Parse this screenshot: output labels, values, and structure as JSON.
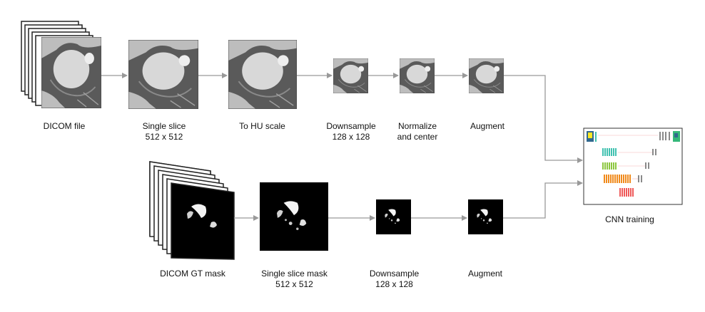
{
  "top_row": {
    "dicom_file": "DICOM file",
    "single_slice": "Single slice\n512 x 512",
    "to_hu": "To HU scale",
    "downsample": "Downsample\n128 x 128",
    "normalize": "Normalize\nand center",
    "augment": "Augment"
  },
  "bottom_row": {
    "dicom_gt_mask": "DICOM GT mask",
    "single_slice_mask": "Single slice mask\n512 x 512",
    "downsample": "Downsample\n128 x 128",
    "augment": "Augment"
  },
  "cnn": {
    "label": "CNN training"
  },
  "colors": {
    "arrow": "#999999",
    "ct_tissue": "#cfcfcf",
    "ct_lung": "#5a5a5a",
    "mask_bg": "#000000",
    "unet_cyan": "#41c1b0",
    "unet_green": "#8cc63f",
    "unet_orange": "#f08a1c",
    "unet_red": "#ef5a5a",
    "unet_gray": "#8a8a8a"
  }
}
